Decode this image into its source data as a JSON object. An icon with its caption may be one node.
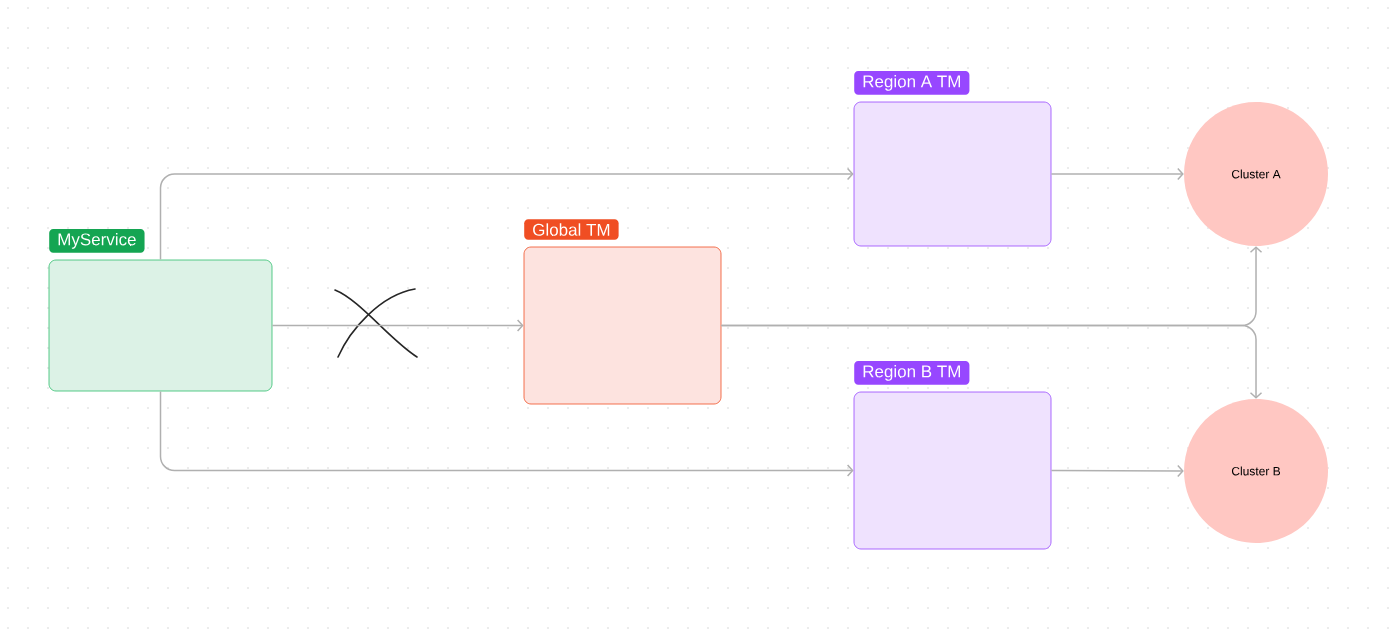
{
  "diagram": {
    "nodes": [
      {
        "text": [
          "MyService"
        ]
      },
      {
        "text": [
          "Global TM"
        ]
      },
      {
        "text": [
          "Region A TM"
        ]
      },
      {
        "text": [
          "Region B TM"
        ]
      },
      {
        "text": [
          "Cluster A"
        ]
      },
      {
        "text": [
          "Cluster B"
        ]
      }
    ],
    "edges": [
      {
        "from": 0,
        "to": 2,
        "arrow": "to"
      },
      {
        "from": 0,
        "to": 1,
        "arrow": "to"
      },
      {
        "from": 0,
        "to": 3,
        "arrow": "to"
      },
      {
        "from": 2,
        "to": 4,
        "arrow": "to"
      },
      {
        "from": 1,
        "to": 4,
        "arrow": "to"
      },
      {
        "from": 1,
        "to": 5,
        "arrow": "to"
      },
      {
        "from": 3,
        "to": 5,
        "arrow": "to"
      }
    ]
  }
}
